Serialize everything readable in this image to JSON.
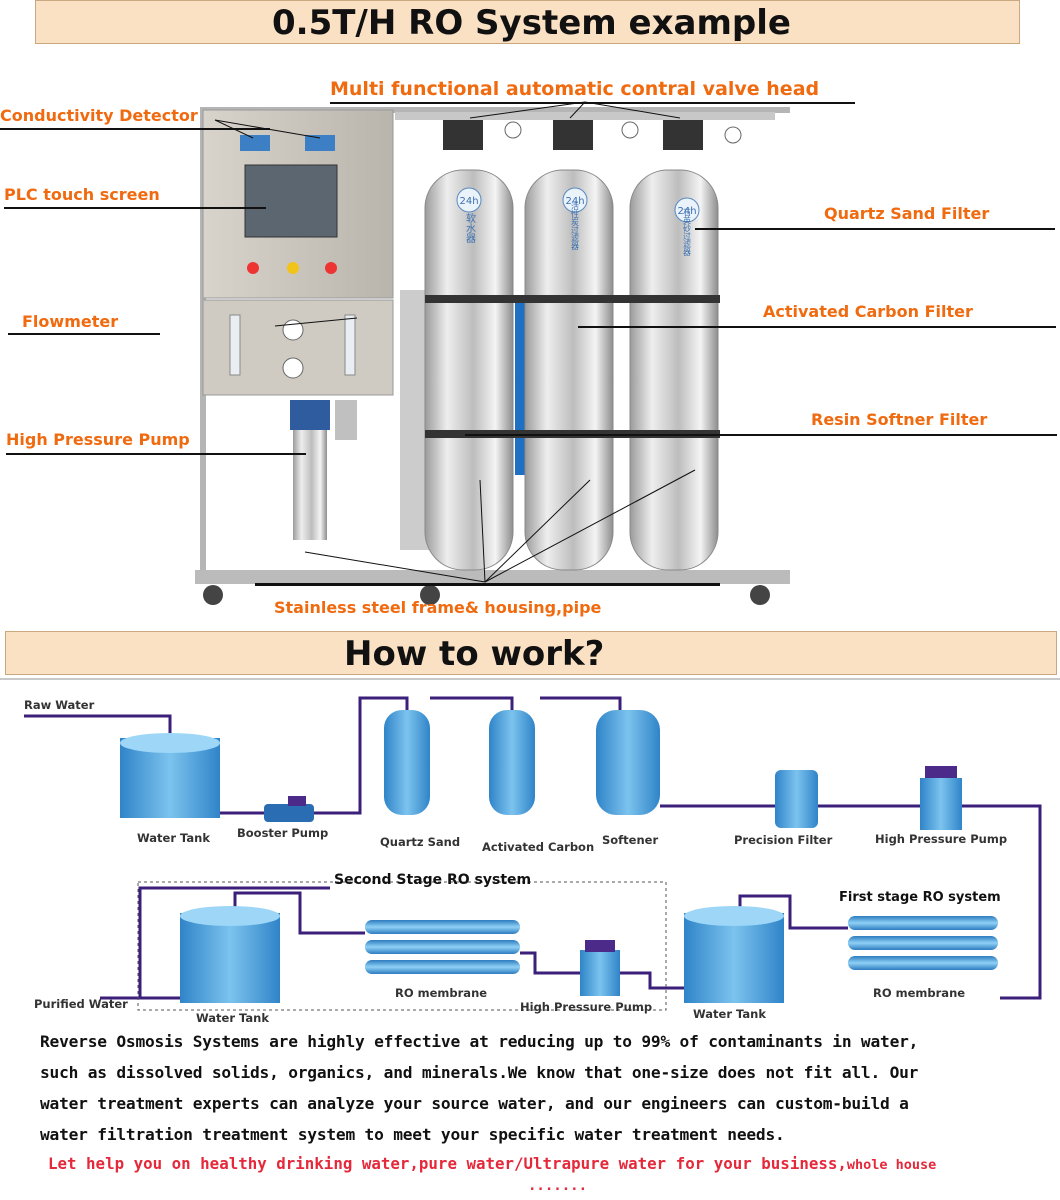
{
  "title": "0.5T/H RO System example",
  "callouts": {
    "valve_head": "Multi functional automatic contral valve head",
    "conductivity": "Conductivity Detector",
    "plc": "PLC touch screen",
    "flowmeter": "Flowmeter",
    "pump": "High Pressure Pump",
    "quartz": "Quartz Sand Filter",
    "carbon": "Activated Carbon Filter",
    "resin": "Resin Softner Filter",
    "frame": "Stainless steel frame& housing,pipe"
  },
  "photo_marks": {
    "tank_badge": "24h",
    "tank1_text": "软水器",
    "tank2_text": "活性炭过滤器",
    "tank3_text": "石英砂过滤器"
  },
  "section_title": "How to work?",
  "diagram": {
    "raw_water": "Raw Water",
    "water_tank": "Water Tank",
    "booster_pump": "Booster Pump",
    "quartz_sand": "Quartz Sand",
    "activated_carbon": "Activated Carbon",
    "softener": "Softener",
    "precision_filter": "Precision Filter",
    "high_pressure_pump": "High Pressure Pump",
    "second_stage": "Second Stage RO system",
    "first_stage": "First stage RO system",
    "purified_water": "Purified Water",
    "water_tank_2": "Water Tank",
    "ro_membrane": "RO membrane",
    "high_pressure_pump_2": "High Pressure Pump",
    "water_tank_3": "Water Tank",
    "ro_membrane_2": "RO membrane"
  },
  "description": {
    "line1": "Reverse Osmosis Systems are highly effective at reducing up to 99% of contaminants in water,",
    "line2": "such as dissolved solids, organics, and minerals.We know that one-size does not fit all. Our",
    "line3": "water treatment experts can analyze your source water, and our engineers can custom-build a",
    "line4": "water filtration treatment system to meet your specific water treatment needs."
  },
  "cta": {
    "main": "Let help you on healthy drinking water,pure water/Ultrapure water for your business,",
    "tail": "whole house",
    "dots": "......."
  },
  "colors": {
    "banner": "#fbe1c4",
    "callout": "#f06a10",
    "cta": "#e5283a",
    "tank_blue": "#3a8fd0",
    "pipe": "#4b2a8a"
  }
}
